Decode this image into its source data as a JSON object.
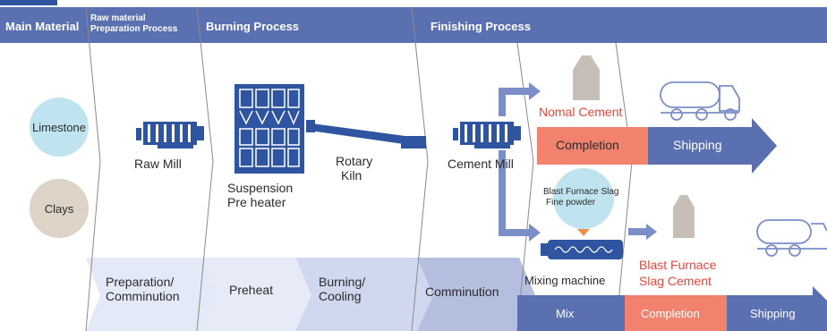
{
  "header": {
    "main_material": "Main Material",
    "raw_prep_line1": "Raw material",
    "raw_prep_line2": "Preparation Process",
    "burning": "Burning Process",
    "finishing": "Finishing Process"
  },
  "materials": [
    "Limestone",
    "Clays"
  ],
  "equipment": {
    "raw_mill": "Raw Mill",
    "suspension_line1": "Suspension",
    "suspension_line2": "Pre heater",
    "rotary_line1": "Rotary",
    "rotary_line2": "Kiln",
    "cement_mill": "Cement Mill",
    "mixing_machine": "Mixing machine"
  },
  "products": {
    "normal_cement": "Nomal Cement",
    "bfs_line1": "Blast Furnace Slag",
    "bfs_line2": "Fine powder",
    "bfsc_line1": "Blast Furnace",
    "bfsc_line2": "Slag Cement"
  },
  "stages": {
    "prep_line1": "Preparation/",
    "prep_line2": "Comminution",
    "preheat": "Preheat",
    "burn_line1": "Burning/",
    "burn_line2": "Cooling",
    "comminution": "Comminution",
    "mix": "Mix",
    "completion_upper": "Completion",
    "completion_lower": "Completion",
    "shipping_upper": "Shipping",
    "shipping_lower": "Shipping"
  },
  "colors": {
    "header": "#5a70b0",
    "equipment": "#2f55a0",
    "salmon": "#f2826e",
    "flow_arrow": "#7b8ec7",
    "limestone": "#bfe4ef",
    "clays": "#ddd3c6",
    "band_light": "#e3e9f7",
    "band_mid": "#cfd8ee",
    "band_dark": "#b4bfdf",
    "red_text": "#e8443a"
  }
}
